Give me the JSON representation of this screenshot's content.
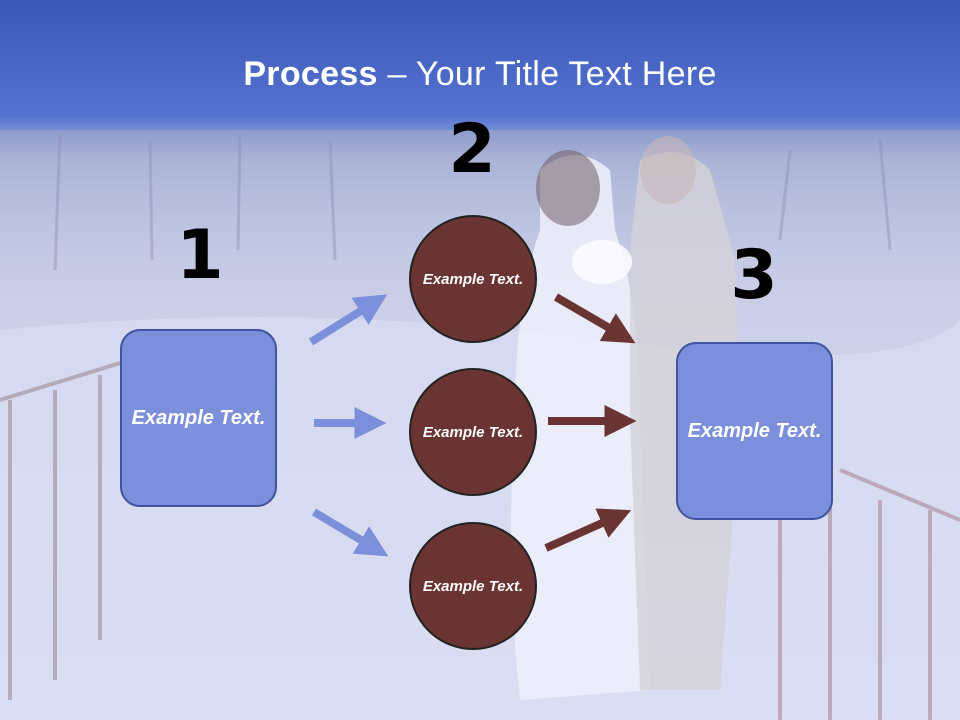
{
  "slide": {
    "title_bold": "Process",
    "title_rest": " – Your Title Text Here",
    "colors": {
      "header": "#4a66c8",
      "box": "#7b8fdb",
      "circle": "#6a3432",
      "blue_arrow": "#7b8fdb",
      "red_arrow": "#6a3432"
    }
  },
  "steps": {
    "step1": {
      "number": "1",
      "text": "Example Text."
    },
    "step2": {
      "number": "2",
      "items": [
        {
          "text": "Example Text."
        },
        {
          "text": "Example Text."
        },
        {
          "text": "Example Text."
        }
      ]
    },
    "step3": {
      "number": "3",
      "text": "Example Text."
    }
  }
}
